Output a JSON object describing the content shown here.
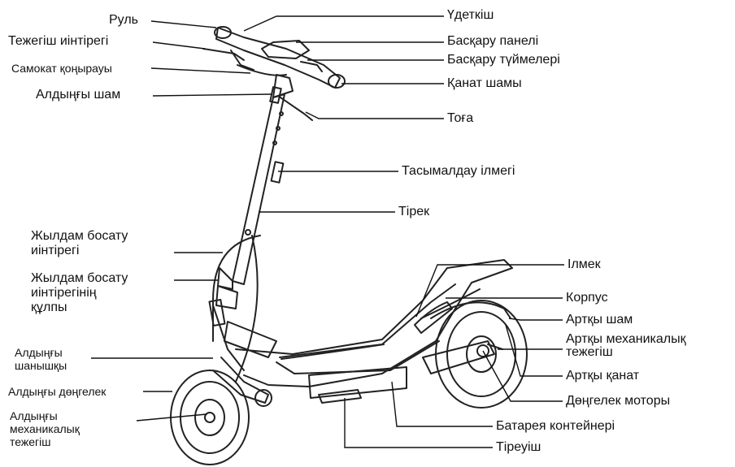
{
  "labels": {
    "rul": "Руль",
    "brake_lever": "Тежегіш иінтірегі",
    "bell": "Самокат қоңырауы",
    "headlight": "Алдыңғы шам",
    "quick_release_lever": [
      "Жылдам босату",
      "иінтірегі"
    ],
    "quick_release_lock": [
      "Жылдам босату",
      "иінтірегінің",
      "құлпы"
    ],
    "front_fork": [
      "Алдыңғы",
      "шанышқы"
    ],
    "front_wheel": "Алдыңғы дөңгелек",
    "front_brake": [
      "Алдыңғы",
      "механикалық",
      "тежегіш"
    ],
    "accelerator": "Үдеткіш",
    "control_panel": "Басқару панелі",
    "control_buttons": "Басқару түймелері",
    "fender_light": "Қанат шамы",
    "toga": "Тоға",
    "carry_hook": "Тасымалдау ілмегі",
    "stem": "Тірек",
    "hook": "Ілмек",
    "body": "Корпус",
    "rear_light": "Артқы шам",
    "rear_brake": [
      "Артқы механикалық",
      "тежегіш"
    ],
    "rear_fender": "Артқы қанат",
    "hub_motor": "Дөңгелек моторы",
    "battery": "Батарея контейнері",
    "kickstand": "Тіреуіш"
  }
}
